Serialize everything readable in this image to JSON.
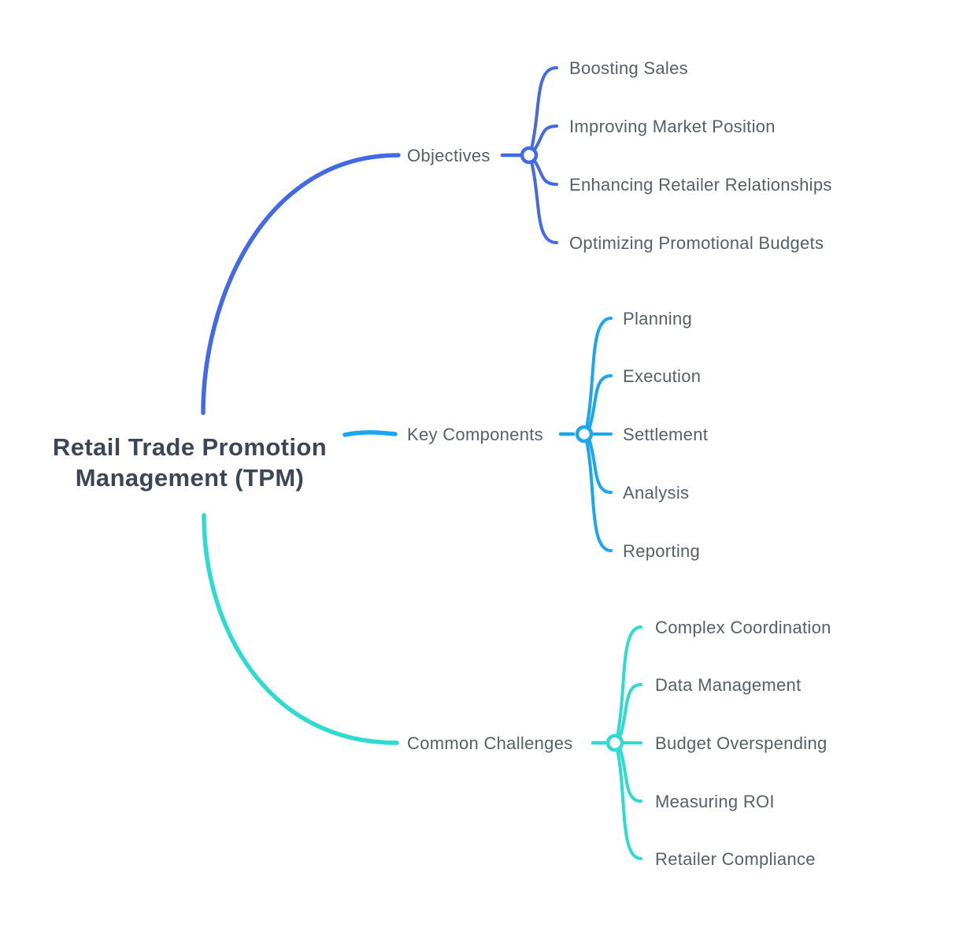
{
  "diagram": {
    "type": "mindmap",
    "root": {
      "label": "Retail Trade Promotion Management (TPM)",
      "line1": "Retail Trade Promotion",
      "line2": "Management (TPM)"
    },
    "branches": [
      {
        "label": "Objectives",
        "color": "#4169E8",
        "children": [
          "Boosting Sales",
          "Improving Market Position",
          "Enhancing Retailer Relationships",
          "Optimizing Promotional Budgets"
        ]
      },
      {
        "label": "Key Components",
        "color": "#1BA7F0",
        "children": [
          "Planning",
          "Execution",
          "Settlement",
          "Analysis",
          "Reporting"
        ]
      },
      {
        "label": "Common Challenges",
        "color": "#2EDBD1",
        "children": [
          "Complex Coordination",
          "Data Management",
          "Budget Overspending",
          "Measuring ROI",
          "Retailer Compliance"
        ]
      }
    ],
    "style": {
      "background": "#FFFFFF",
      "label_color": "#566069",
      "root_label_color": "#3D4656",
      "node_circle_fill": "#FFFFFF"
    }
  }
}
